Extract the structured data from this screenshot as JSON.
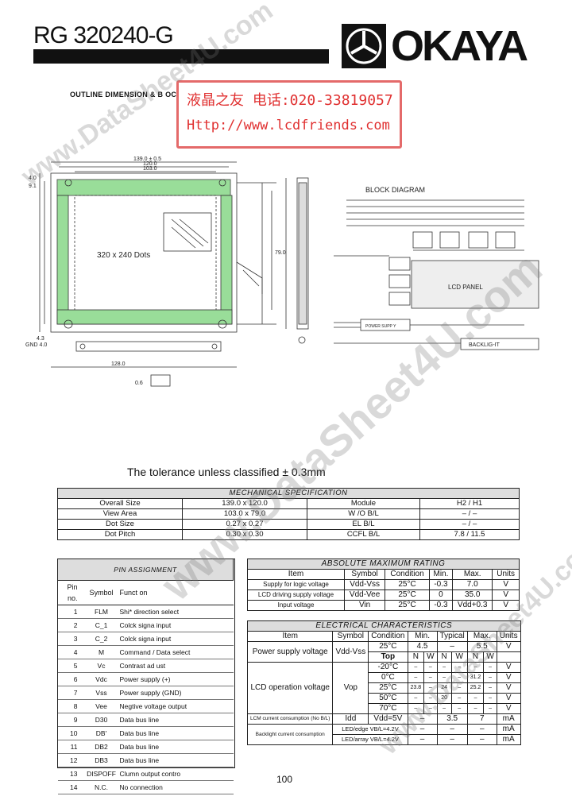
{
  "header": {
    "title": "RG 320240-G",
    "logo": "OKAYA"
  },
  "outline": {
    "title": "OUTLINE DIMENSION & B   OCK DIAGRAM"
  },
  "stamp": {
    "line1": "液晶之友 电话:020-33819057",
    "line2": "Http://www.lcdfriends.com"
  },
  "drawing": {
    "block_title": "BLOCK DIAGRAM",
    "dots_label": "320 x 240   Dots",
    "lcd_panel": "LCD PANEL",
    "backlight": "BACKLIG-IT",
    "power_supply": "POWER SUPP Y",
    "dims": [
      "139.0 ± 0.5",
      "120.0",
      "103.0",
      "4.0",
      "9.1",
      "79.0",
      "128.0",
      "4.3",
      "GND 4.0",
      "0.6"
    ]
  },
  "tolerance": {
    "text": "The  tolerance  unless  classified  ± 0.3mm"
  },
  "mechanical": {
    "title": "MECHANICAL  SPECIFICATION",
    "rows": [
      [
        "Overall Size",
        "139.0 x 120.0",
        "Module",
        "H2 / H1"
      ],
      [
        "View Area",
        "103.0 x 79.0",
        "W /O  B/L",
        "– / –"
      ],
      [
        "Dot Size",
        "0.27 x 0.27",
        "EL B/L",
        "– / –"
      ],
      [
        "Dot Pitch",
        "0.30 x 0.30",
        "CCFL B/L",
        "7.8 / 11.5"
      ]
    ]
  },
  "pins": {
    "title": "PIN  ASSIGNMENT",
    "headers": [
      "Pin no.",
      "Symbol",
      "Funct on"
    ],
    "rows": [
      [
        "1",
        "FLM",
        "Shi* direction select"
      ],
      [
        "2",
        "C_1",
        "Colck signa input"
      ],
      [
        "3",
        "C_2",
        "Colck signa input"
      ],
      [
        "4",
        "M",
        "Command / Data select"
      ],
      [
        "5",
        "Vc",
        "Contrast ad ust"
      ],
      [
        "6",
        "Vdc",
        "Power supply (+)"
      ],
      [
        "7",
        "Vss",
        "Power supply (GND)"
      ],
      [
        "8",
        "Vee",
        "Negtive voltage output"
      ],
      [
        "9",
        "D30",
        "Data bus line"
      ],
      [
        "10",
        "DB'",
        "Data bus line"
      ],
      [
        "11",
        "DB2",
        "Data bus line"
      ],
      [
        "12",
        "DB3",
        "Data bus line"
      ],
      [
        "13",
        "DISPOFF",
        "Clumn output contro"
      ],
      [
        "14",
        "N.C.",
        "No connection"
      ]
    ]
  },
  "absolute": {
    "title": "ABSOLUTE  MAXIMUM  RATING",
    "headers": [
      "Item",
      "Symbol",
      "Condition",
      "Min.",
      "Max.",
      "Units"
    ],
    "rows": [
      [
        "Supply for logic voltage",
        "Vdd-Vss",
        "25°C",
        "-0.3",
        "7.0",
        "V"
      ],
      [
        "LCD driving supply voltage",
        "Vdd-Vee",
        "25°C",
        "0",
        "35.0",
        "V"
      ],
      [
        "Input voltage",
        "Vin",
        "25°C",
        "-0.3",
        "Vdd+0.3",
        "V"
      ]
    ]
  },
  "electrical": {
    "title": "ELECTRICAL  CHARACTERISTICS",
    "headers": [
      "Item",
      "Symbol",
      "Condition",
      "Min.",
      "Typical",
      "Max.",
      "Units"
    ],
    "power": {
      "item": "Power supply voltage",
      "symbol": "Vdd-Vss",
      "cond": "25°C",
      "min": "4.5",
      "typ": "–",
      "max": "5.5",
      "unit": "V"
    },
    "top": {
      "cond": "Top",
      "nw": [
        "N",
        "W",
        "N",
        "W",
        "N",
        "W"
      ]
    },
    "lcd": {
      "item": "LCD operation voltage",
      "symbol": "Vop",
      "rows": [
        [
          "-20°C",
          "–",
          "–",
          "–",
          "–",
          "–",
          "–",
          "V"
        ],
        [
          "0°C",
          "–",
          "–",
          "–",
          "–",
          "31.2",
          "–",
          "V"
        ],
        [
          "25°C",
          "23.8",
          "–",
          "24",
          "–",
          "25.2",
          "–",
          "V"
        ],
        [
          "50°C",
          "–",
          "–",
          "20",
          "–",
          "–",
          "–",
          "V"
        ],
        [
          "70°C",
          "–",
          "–",
          "–",
          "–",
          "–",
          "–",
          "V"
        ]
      ]
    },
    "lcm": {
      "item": "LCM current consumption (No B/L)",
      "symbol": "Idd",
      "cond": "Vdd=5V",
      "min": "–",
      "typ": "3.5",
      "max": "7",
      "unit": "mA"
    },
    "backlight": {
      "item": "Backlight current consumption",
      "rows": [
        [
          "LED/edge VB/L=4.2V",
          "–",
          "–",
          "–",
          "mA"
        ],
        [
          "LED/array VB/L=4.2V",
          "–",
          "–",
          "–",
          "mA"
        ]
      ]
    }
  },
  "footer": {
    "page": "100"
  },
  "watermark": {
    "text": "www.DataSheet4U.com"
  }
}
